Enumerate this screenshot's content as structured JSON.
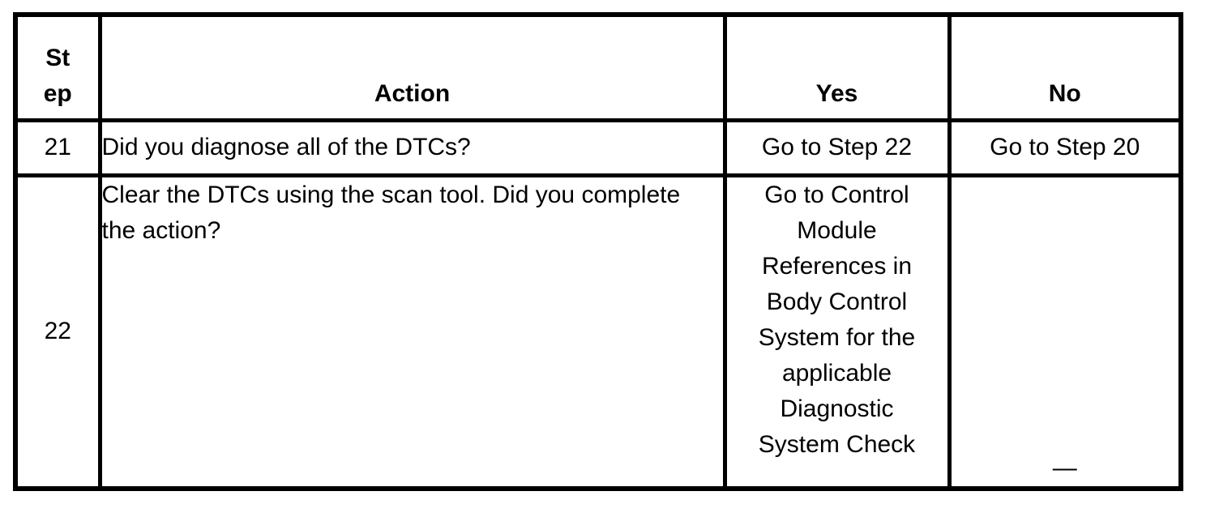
{
  "document": {
    "type": "diagnostic-table",
    "colors": {
      "border": "#000000",
      "text": "#000000",
      "background": "#ffffff"
    },
    "table": {
      "headers": {
        "step": "St\nep",
        "action": "Action",
        "yes": "Yes",
        "no": "No"
      },
      "rows": [
        {
          "step": "21",
          "action": "Did you diagnose all of the DTCs?",
          "yes": "Go to Step 22",
          "no": "Go to Step 20"
        },
        {
          "step": "22",
          "action": "Clear the DTCs using the scan tool. Did you complete\nthe action?",
          "yes": "Go to Control\nModule\nReferences in\nBody Control\nSystem for the\napplicable\nDiagnostic\nSystem Check",
          "no": "—"
        }
      ]
    }
  }
}
